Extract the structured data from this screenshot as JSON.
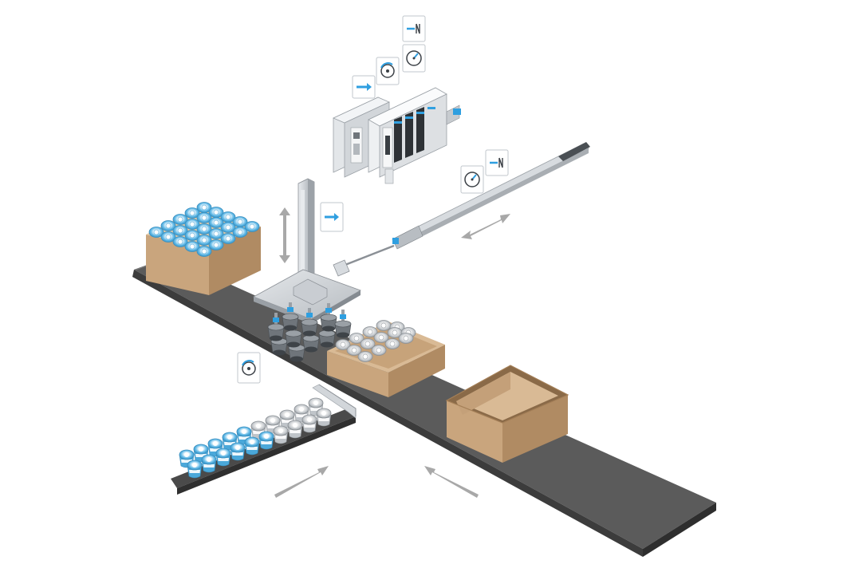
{
  "scene": {
    "colors": {
      "background": "#ffffff",
      "belt_top": "#5b5b5b",
      "belt_side": "#3c3c3c",
      "box_light": "#d6b794",
      "box_mid": "#c9a57d",
      "box_dark": "#b08b63",
      "box_inside": "#e2c5a3",
      "cup_blue": "#5fb8e6",
      "cup_grey": "#d0d4d8",
      "accent_blue": "#2f9fe0",
      "metal": "#c9cdd2",
      "arrow": "#a8a8a8"
    },
    "icons": [
      "linear-motion-icon",
      "rotation-motion-icon",
      "pressure-gauge-icon",
      "force-sensor-icon",
      "pressure-gauge-icon",
      "force-sensor-icon",
      "linear-motion-icon",
      "rotation-motion-icon"
    ],
    "motion_arrows": [
      "vertical-double-arrow",
      "horizontal-double-arrow",
      "belt-direction-arrow",
      "feeder-direction-arrow"
    ]
  }
}
